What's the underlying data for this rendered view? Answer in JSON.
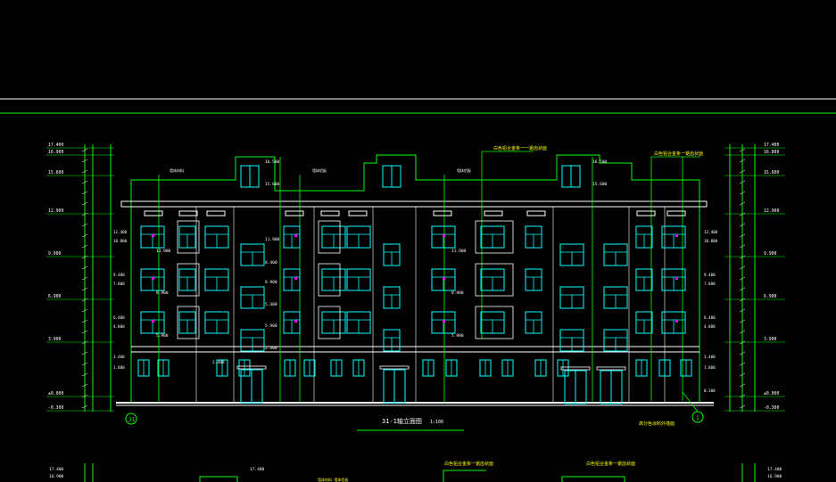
{
  "colors": {
    "background": "#000000",
    "white": "#ffffff",
    "green": "#00ff00",
    "cyan": "#00ffff",
    "yellow": "#ffff00",
    "magenta": "#ff00ff"
  },
  "drawing": {
    "title": "31-1轴立面图",
    "scale": "1:100",
    "axis_left": "31",
    "axis_right": "1",
    "note_roof": "白色铝合金条一一锯齿状面",
    "note_roof2": "白色铝合金条一锯齿状面",
    "note_bottom": "高分色涂料外墙面",
    "label_left_a": "墙体材料",
    "label_left_b": "墙体铝板",
    "label_mid": "墙体铝板",
    "level_roof_a": "16.500",
    "level_roof_b": "15.600",
    "level_a": "11.900",
    "level_b": "8.400",
    "level_c": "5.400",
    "level_d": "2.400",
    "level_win_a": "8.900",
    "level_win_b": "5.900"
  },
  "elevations_left": [
    "17.400",
    "16.900",
    "15.600",
    "12.900",
    "9.900",
    "6.900",
    "3.900",
    "±0.000",
    "-0.300"
  ],
  "elevations_left_inner": [
    "12.400",
    "10.800",
    "9.400",
    "7.800",
    "6.400",
    "4.800",
    "3.400",
    "1.800"
  ],
  "elevations_right": [
    "17.400",
    "16.800",
    "15.600",
    "12.900",
    "9.900",
    "6.900",
    "3.900",
    "±0.000",
    "-0.300"
  ],
  "elevations_right_inner": [
    "12.400",
    "10.800",
    "9.400",
    "7.800",
    "6.400",
    "4.800",
    "3.400",
    "1.800",
    "0.300"
  ],
  "bottom_strip": {
    "elev_left_a": "17.400",
    "elev_left_b": "16.900",
    "elev_right_a": "17.400",
    "elev_right_b": "16.900",
    "mid_level": "17.400",
    "note_a": "白色铝合金条一锯齿状面",
    "note_b": "白色铝合金条一锯齿状面",
    "label_c": "墙体材料 墙体铝板"
  }
}
